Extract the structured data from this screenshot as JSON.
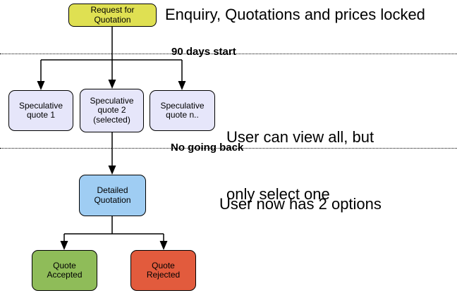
{
  "canvas": {
    "background": "#FFFFFF",
    "line_color": "#000000"
  },
  "annotations": {
    "enquiry": "Enquiry, Quotations and prices locked",
    "view_all_line1": "User can view all, but",
    "view_all_line2": "only select one",
    "two_options": "User now has 2 options"
  },
  "phase_lines": [
    {
      "label": "90 days start"
    },
    {
      "label": "No going back"
    }
  ],
  "nodes": {
    "rfq": {
      "lines": [
        "Request for",
        "Quotation"
      ],
      "fill": "#DFE052"
    },
    "spec1": {
      "lines": [
        "Speculative",
        "quote 1"
      ],
      "fill": "#E6E6FA"
    },
    "spec2": {
      "lines": [
        "Speculative",
        "quote 2",
        "(selected)"
      ],
      "fill": "#E6E6FA"
    },
    "spec3": {
      "lines": [
        "Speculative",
        "quote n.."
      ],
      "fill": "#E6E6FA"
    },
    "detailed": {
      "lines": [
        "Detailed",
        "Quotation"
      ],
      "fill": "#9FCDF3"
    },
    "accepted": {
      "lines": [
        "Quote",
        "Accepted"
      ],
      "fill": "#8FBC59"
    },
    "rejected": {
      "lines": [
        "Quote",
        "Rejected"
      ],
      "fill": "#E25B3D"
    }
  }
}
